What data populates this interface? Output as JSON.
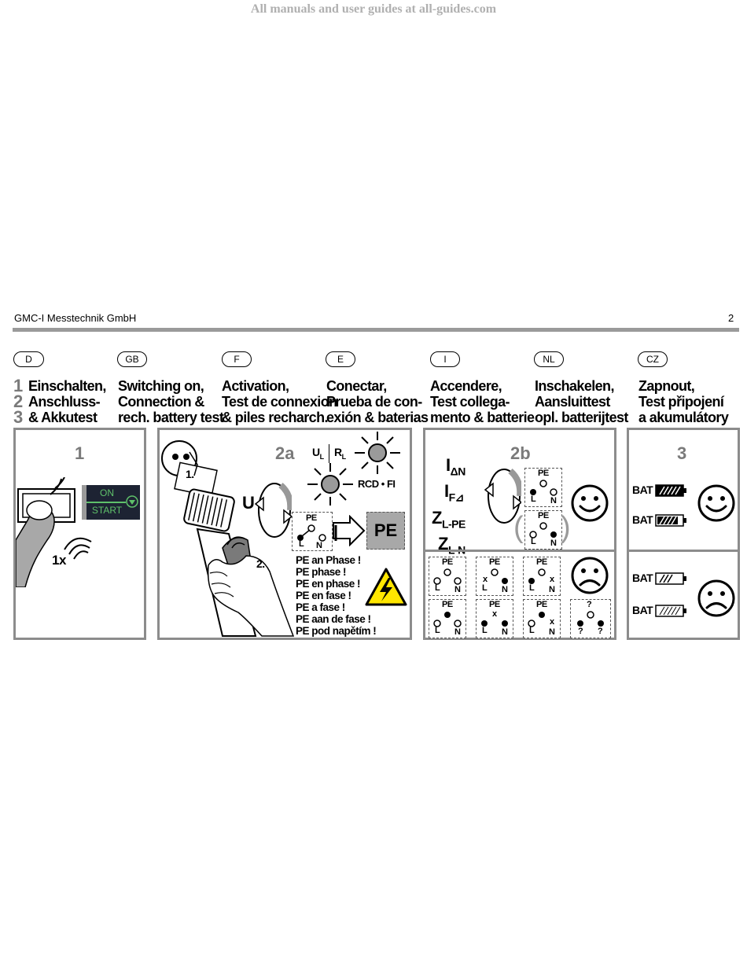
{
  "watermark": "All manuals and user guides at all-guides.com",
  "header": {
    "company": "GMC-I Messtechnik GmbH",
    "page": "2"
  },
  "languages": [
    {
      "code": "D",
      "lines": [
        "Einschalten,",
        "Anschluss-",
        "& Akkutest"
      ]
    },
    {
      "code": "GB",
      "lines": [
        "Switching on,",
        "Connection &",
        "rech. battery test"
      ]
    },
    {
      "code": "F",
      "lines": [
        "Activation,",
        "Test de connexion",
        "& piles recharch."
      ]
    },
    {
      "code": "E",
      "lines": [
        "Conectar,",
        "Prueba de con-",
        "exión & baterias"
      ]
    },
    {
      "code": "I",
      "lines": [
        "Accendere,",
        "Test collega-",
        "mento & batterie"
      ]
    },
    {
      "code": "NL",
      "lines": [
        "Inschakelen,",
        "Aansluittest",
        "opl. batterijtest"
      ]
    },
    {
      "code": "CZ",
      "lines": [
        "Zapnout,",
        "Test připojení",
        "a akumulátory"
      ]
    }
  ],
  "step_numbers": [
    "1",
    "2",
    "3"
  ],
  "panel1": {
    "number": "1",
    "on_label": "ON",
    "start_label": "START",
    "press_count": "1x"
  },
  "panel2a": {
    "number": "2a",
    "u_label": "U",
    "ul_label": "U",
    "ul_sub": "L",
    "rl_label": "R",
    "rl_sub": "L",
    "rcd_label": "RCD • FI",
    "pe_box": "PE",
    "socket_pe": "PE",
    "socket_l": "L",
    "socket_n": "N",
    "step1": "1.",
    "step2": "2.",
    "warnings": [
      "PE an Phase !",
      "PE phase !",
      "PE en phase !",
      "PE en fase !",
      "PE a fase !",
      "PE aan de fase !",
      "PE pod napětím !"
    ]
  },
  "panel2b": {
    "number": "2b",
    "params": [
      {
        "main": "I",
        "sub": "ΔN"
      },
      {
        "main": "I",
        "sub": "F⊿"
      },
      {
        "main": "Z",
        "sub": "L-PE"
      },
      {
        "main": "Z",
        "sub": "L-N"
      }
    ],
    "pe": "PE",
    "l": "L",
    "n": "N",
    "x": "x",
    "q": "?"
  },
  "panel3": {
    "number": "3",
    "bat_label": "BAT"
  },
  "colors": {
    "gray": "#8c8c8c",
    "green": "#5fc06a",
    "display_bg": "#1d2333",
    "warning_yellow": "#ffe600"
  }
}
